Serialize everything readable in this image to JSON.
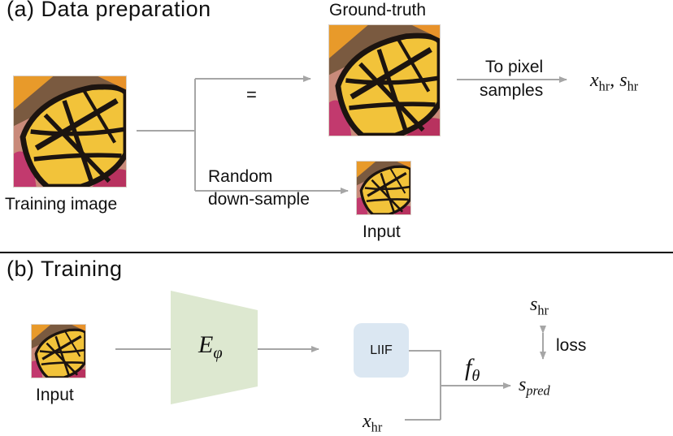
{
  "section_a": {
    "title": "(a) Data preparation",
    "training_image_label": "Training image",
    "equals": "=",
    "ground_truth_label": "Ground-truth",
    "random_label_1": "Random",
    "random_label_2": "down-sample",
    "input_label": "Input",
    "to_pixel_1": "To pixel",
    "to_pixel_2": "samples",
    "out_x": "x",
    "out_x_sub": "hr",
    "out_comma": ", ",
    "out_s": "s",
    "out_s_sub": "hr"
  },
  "section_b": {
    "title": "(b) Training",
    "input_label": "Input",
    "encoder_main": "E",
    "encoder_sub": "φ",
    "liif_label": "LIIF",
    "f_main": "f",
    "f_sub": "θ",
    "s_hr_main": "s",
    "s_hr_sub": "hr",
    "loss_label": "loss",
    "s_pred_main": "s",
    "s_pred_sub": "pred",
    "x_hr_main": "x",
    "x_hr_sub": "hr"
  },
  "colors": {
    "arrow": "#a6a6a6",
    "divider": "#000000",
    "encoder_fill": "#dde8d0",
    "liif_fill": "#dbe7f2"
  }
}
